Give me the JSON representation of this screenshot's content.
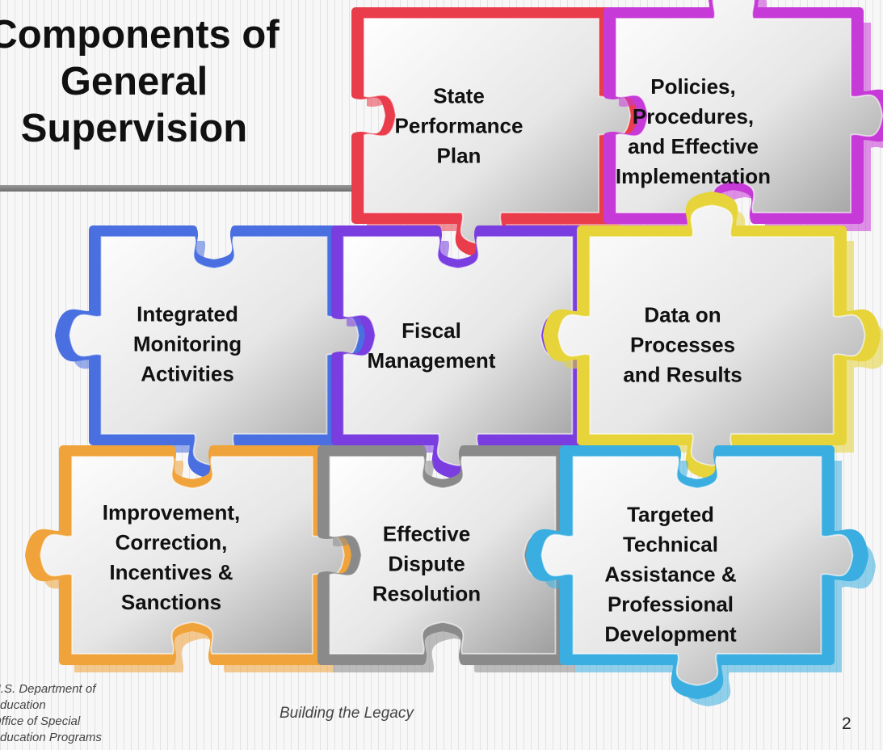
{
  "slide": {
    "title": "Components of General Supervision",
    "footer_department": "U.S. Department of Education\nOffice of Special\nEducation Programs",
    "footer_tagline": "Building the Legacy",
    "page_number": "2"
  },
  "pieces": [
    {
      "id": "state-performance-plan",
      "label": "State\nPerformance\nPlan",
      "color": "#ea3d4c"
    },
    {
      "id": "policies-procedures",
      "label": "Policies,\nProcedures,\nand Effective\nImplementation",
      "color": "#c63ad7"
    },
    {
      "id": "integrated-monitoring",
      "label": "Integrated\nMonitoring\nActivities",
      "color": "#4a6fe0"
    },
    {
      "id": "fiscal-management",
      "label": "Fiscal\nManagement",
      "color": "#7a3ee0"
    },
    {
      "id": "data-processes-results",
      "label": "Data on\nProcesses\nand Results",
      "color": "#e6d43a"
    },
    {
      "id": "improvement-correction",
      "label": "Improvement,\nCorrection,\nIncentives &\nSanctions",
      "color": "#f0a33a"
    },
    {
      "id": "dispute-resolution",
      "label": "Effective\nDispute\nResolution",
      "color": "#8a8a8a"
    },
    {
      "id": "technical-assistance",
      "label": "Targeted\nTechnical\nAssistance &\nProfessional\nDevelopment",
      "color": "#3aaee0"
    }
  ]
}
